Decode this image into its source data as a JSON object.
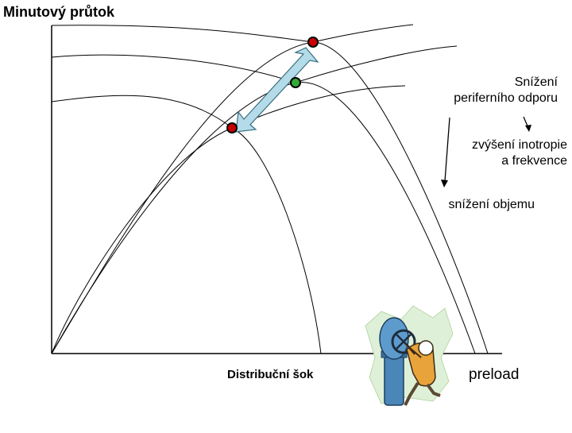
{
  "diagram": {
    "y_axis_label": "Minutový průtok",
    "x_axis_label_left": "Distribuční šok",
    "x_axis_label_right": "preload",
    "annotations": {
      "resistance_decrease": [
        "Snížení",
        "periferního odporu"
      ],
      "inotropy_increase": [
        "zvýšení inotropie",
        "a frekvence"
      ],
      "volume_decrease": "snížení objemu"
    },
    "operating_points": [
      {
        "name": "distributive-shock",
        "color": "#cc0000"
      },
      {
        "name": "treated",
        "color": "#33aa33"
      },
      {
        "name": "normal",
        "color": "#cc0000"
      }
    ],
    "arrow_fill": "#b4dbe8",
    "illustration": "man-turning-valve-wheel"
  }
}
